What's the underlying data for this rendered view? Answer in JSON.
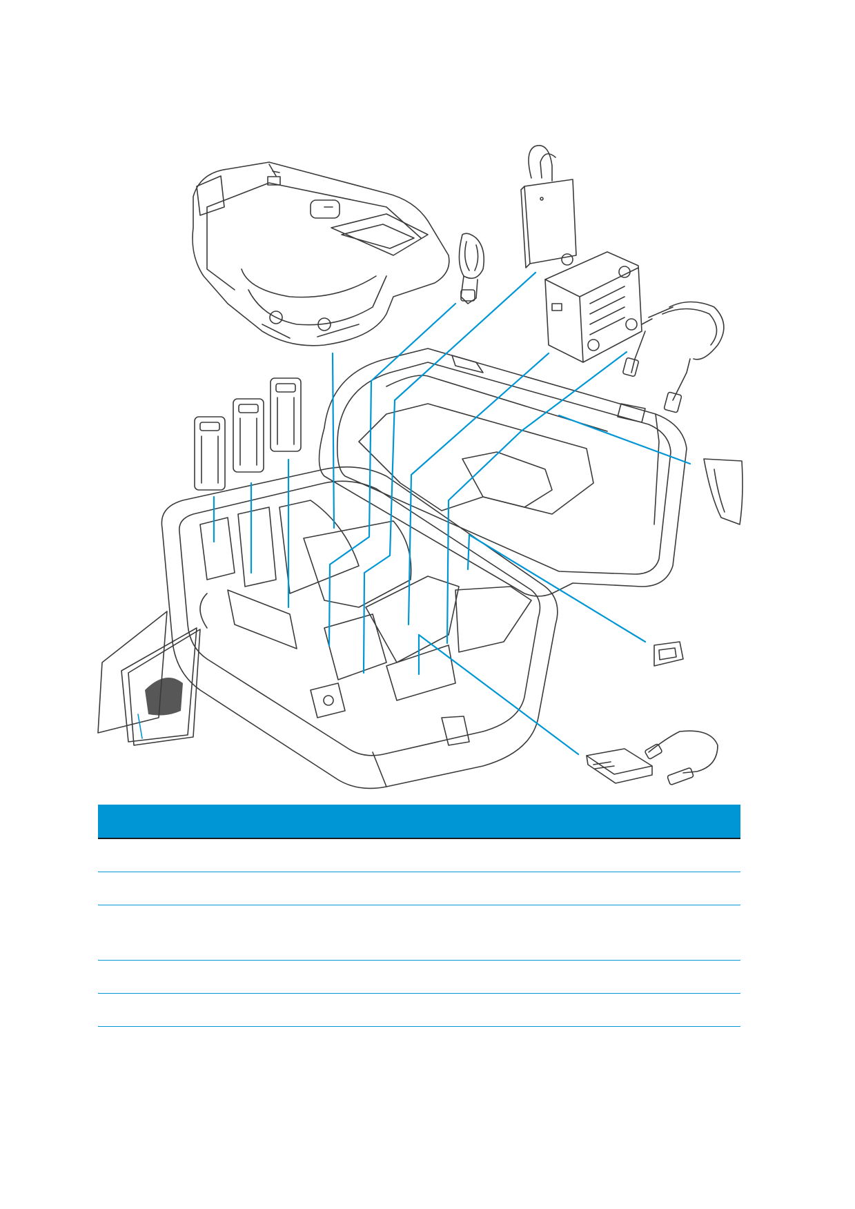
{
  "colors": {
    "accent": "#0096d6",
    "line_art": "#3a3a3a",
    "header_rule": "#1a1a1a"
  },
  "illustration": {
    "items": [
      {
        "name": "scanner",
        "icon": "scanner-unit"
      },
      {
        "name": "ac-power-cord",
        "icon": "power-cord"
      },
      {
        "name": "power-adapter",
        "icon": "ac-adapter"
      },
      {
        "name": "battery-charger",
        "icon": "charger-box"
      },
      {
        "name": "charger-cable",
        "icon": "cable"
      },
      {
        "name": "batteries",
        "icon": "battery",
        "count": 3
      },
      {
        "name": "cleaning-cloth",
        "icon": "cloth"
      },
      {
        "name": "sd-card",
        "icon": "memory-card"
      },
      {
        "name": "card-reader",
        "icon": "usb-card-reader"
      },
      {
        "name": "documentation",
        "icon": "manuals"
      },
      {
        "name": "transport-case",
        "icon": "case"
      }
    ]
  },
  "table": {
    "header": {
      "number": "",
      "description": ""
    },
    "rows": [
      {
        "number": "",
        "description": ""
      },
      {
        "number": "",
        "description": ""
      },
      {
        "number": "",
        "description": ""
      },
      {
        "number": "",
        "description": ""
      },
      {
        "number": "",
        "description": ""
      }
    ]
  }
}
